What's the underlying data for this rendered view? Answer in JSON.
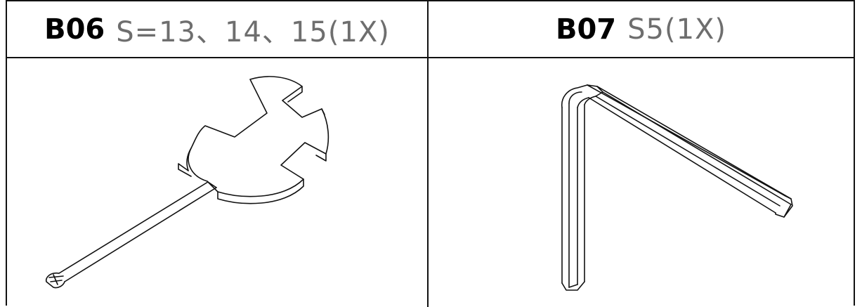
{
  "parts": [
    {
      "code": "B06",
      "spec": "S=13、14、15(1X)",
      "illustration_icon": "cross-wrench-screwdriver-icon"
    },
    {
      "code": "B07",
      "spec": "S5(1X)",
      "illustration_icon": "hex-key-icon"
    }
  ]
}
